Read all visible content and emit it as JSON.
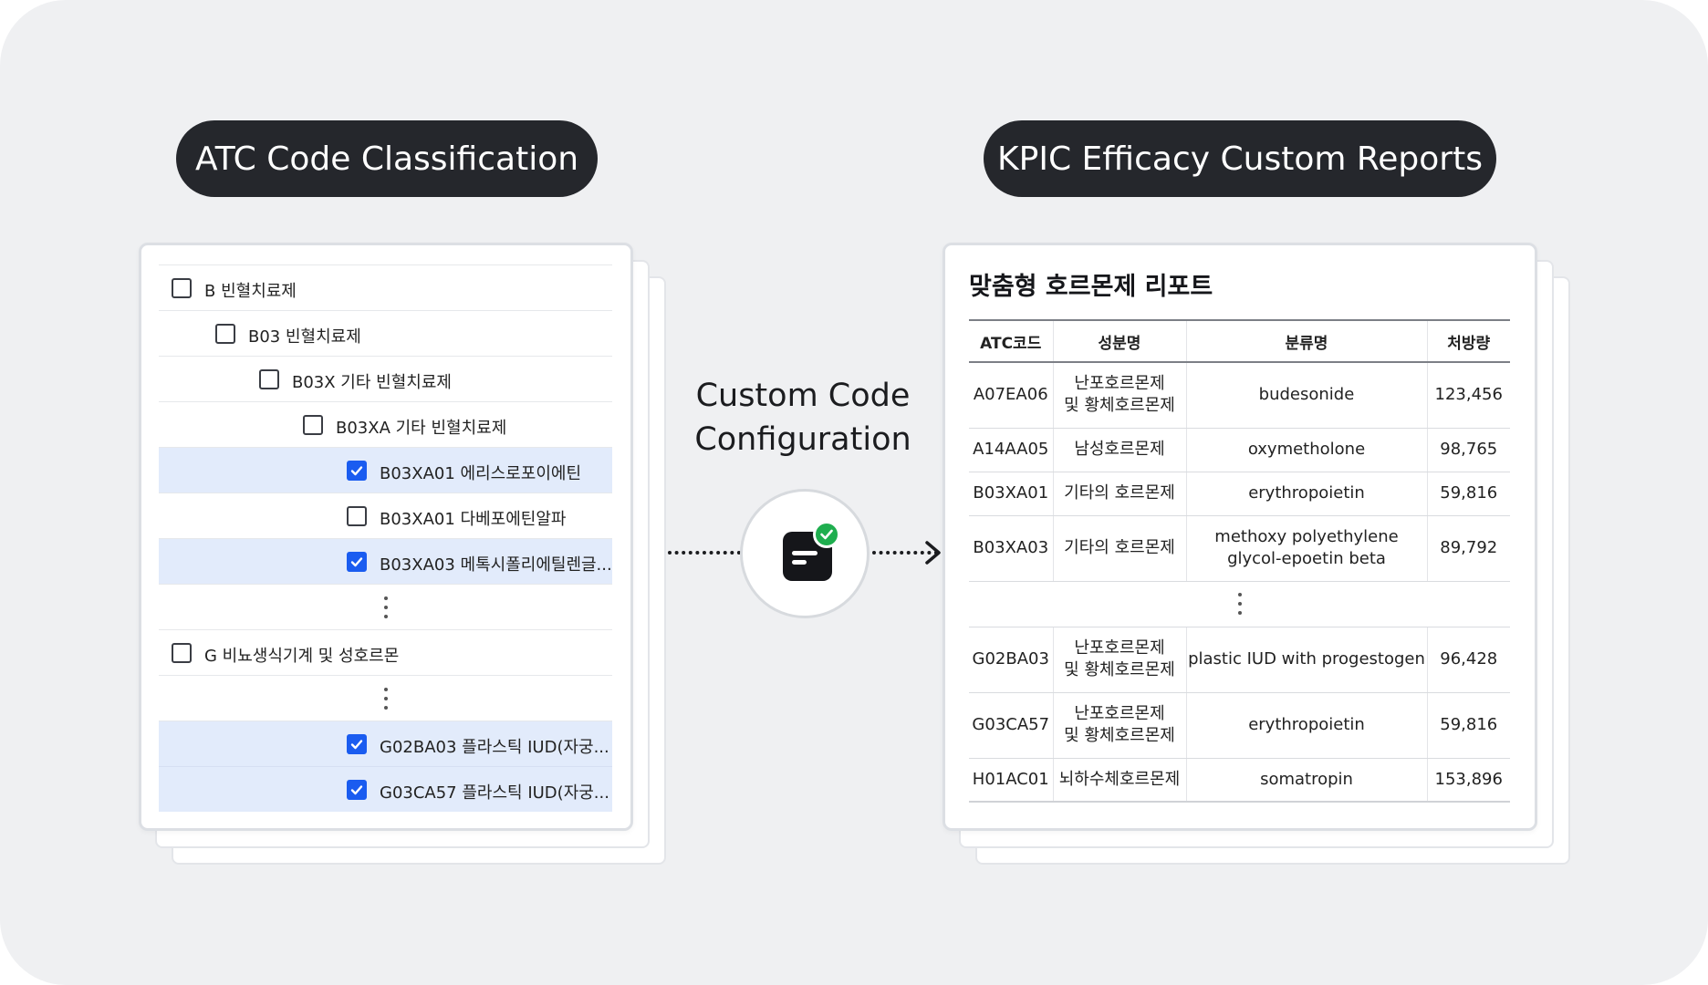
{
  "left_header": "ATC Code Classification",
  "right_header": "KPIC Efficacy Custom Reports",
  "middle": {
    "title_line1": "Custom Code",
    "title_line2": "Configuration",
    "icon": "document-check-icon",
    "badge_color": "#1fae4f"
  },
  "tree": [
    {
      "label": "B 빈혈치료제",
      "level": 0,
      "checked": false
    },
    {
      "label": "B03 빈혈치료제",
      "level": 1,
      "checked": false
    },
    {
      "label": "B03X 기타 빈혈치료제",
      "level": 2,
      "checked": false
    },
    {
      "label": "B03XA 기타 빈혈치료제",
      "level": 3,
      "checked": false
    },
    {
      "label": "B03XA01 에리스로포이에틴",
      "level": 4,
      "checked": true
    },
    {
      "label": "B03XA01 다베포에틴알파",
      "level": 4,
      "checked": false
    },
    {
      "label": "B03XA03 메톡시폴리에틸렌글...",
      "level": 4,
      "checked": true
    },
    {
      "label": "G  비뇨생식기계 및 성호르몬",
      "level": 0,
      "checked": false
    },
    {
      "label": "G02BA03 플라스틱 IUD(자궁...",
      "level": 4,
      "checked": true
    },
    {
      "label": "G03CA57 플라스틱 IUD(자궁...",
      "level": 4,
      "checked": true
    }
  ],
  "report": {
    "title": "맞춤형 호르몬제 리포트",
    "columns": [
      "ATC코드",
      "성분명",
      "분류명",
      "처방량"
    ],
    "rows": [
      [
        "A07EA06",
        "난포호르몬제\n및 황체호르몬제",
        "budesonide",
        "123,456"
      ],
      [
        "A14AA05",
        "남성호르몬제",
        "oxymetholone",
        "98,765"
      ],
      [
        "B03XA01",
        "기타의 호르몬제",
        "erythropoietin",
        "59,816"
      ],
      [
        "B03XA03",
        "기타의 호르몬제",
        "methoxy polyethylene\nglycol-epoetin beta",
        "89,792"
      ],
      [
        "G02BA03",
        "난포호르몬제\n및 황체호르몬제",
        "plastic IUD with progestogen",
        "96,428"
      ],
      [
        "G03CA57",
        "난포호르몬제\n및 황체호르몬제",
        "erythropoietin",
        "59,816"
      ],
      [
        "H01AC01",
        "뇌하수체호르몬제",
        "somatropin",
        "153,896"
      ]
    ]
  },
  "colors": {
    "checkbox_checked": "#1a5cf0",
    "selected_row": "#e2ebfb",
    "pill_background": "#25272c",
    "canvas_background": "#eff0f2"
  }
}
